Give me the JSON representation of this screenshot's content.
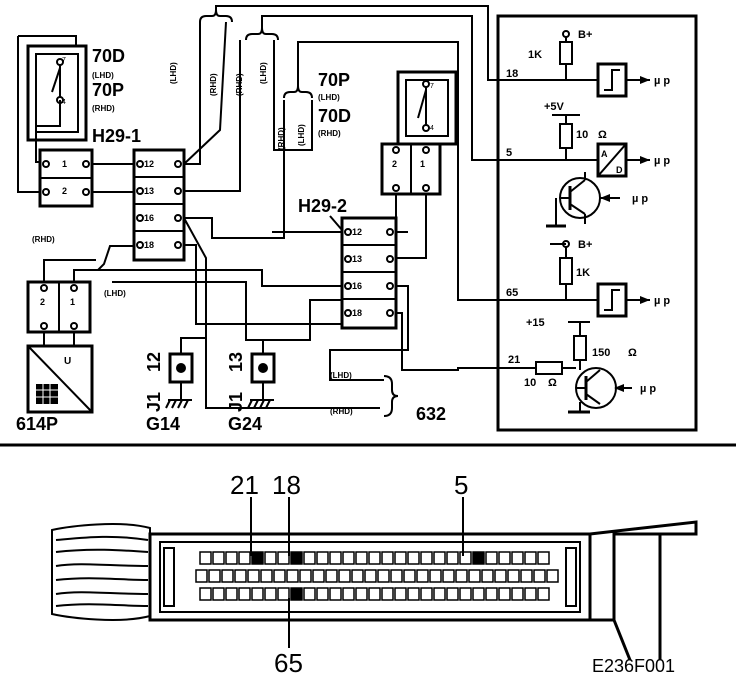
{
  "wiring": {
    "relay_left_top": "70D",
    "relay_left_top_sub": "(LHD)",
    "relay_left_bottom": "70P",
    "relay_left_bottom_sub": "(RHD)",
    "relay_right_top": "70P",
    "relay_right_top_sub": "(LHD)",
    "relay_right_bottom": "70D",
    "relay_right_bottom_sub": "(RHD)",
    "connector_h29_1": "H29-1",
    "connector_h29_2": "H29-2",
    "component_614p": "614P",
    "component_632": "632",
    "ground_g14": "G14",
    "ground_g24": "G24",
    "j1_a": "J1",
    "j1_a_pin": "12",
    "j1_b": "J1",
    "j1_b_pin": "13",
    "lhd": "(LHD)",
    "rhd": "(RHD)",
    "pins_left_small": [
      "1",
      "2"
    ],
    "pins_right_small": [
      "2",
      "1"
    ],
    "pins_h29_1": [
      "12",
      "13",
      "16",
      "18"
    ],
    "pins_h29_2": [
      "12",
      "13",
      "16",
      "18"
    ],
    "pins_614p": [
      "2",
      "1"
    ],
    "unit_u": "U",
    "ad_a": "A",
    "ad_d": "D"
  },
  "ecu": {
    "pin_18": "18",
    "pin_5": "5",
    "pin_65": "65",
    "pin_21": "21",
    "b_plus_1": "B+",
    "b_plus_2": "B+",
    "plus_5v": "+5V",
    "plus_15": "+15",
    "r_1k_a": "1K",
    "r_1k_b": "1K",
    "r_10": "10",
    "r_150": "150",
    "r_10_series": "10",
    "ohm_1": "Ω",
    "ohm_2": "Ω",
    "ohm_3": "Ω",
    "mu_p": "µ p"
  },
  "connector_view": {
    "label_21": "21",
    "label_18": "18",
    "label_5": "5",
    "label_65": "65",
    "figure_id": "E236F001"
  }
}
